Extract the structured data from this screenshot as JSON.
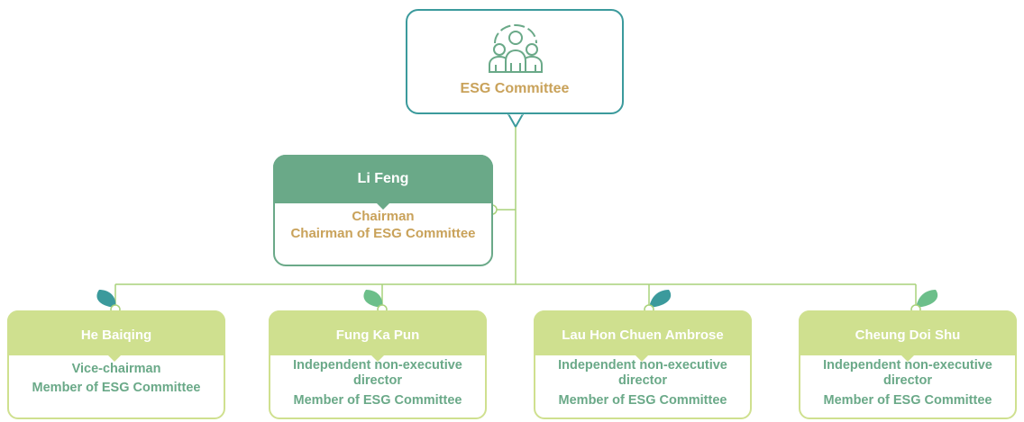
{
  "committee": {
    "title": "ESG Committee",
    "icon": "people-group-icon"
  },
  "chairman": {
    "name": "Li Feng",
    "role_line1": "Chairman",
    "role_line2": "Chairman of ESG Committee"
  },
  "members": [
    {
      "name": "He Baiqing",
      "role_line1": "Vice-chairman",
      "role_line2": "",
      "role_line3": "Member of ESG Committee",
      "leaf_color": "#3b9a9c"
    },
    {
      "name": "Fung Ka Pun",
      "role_line1": "Independent non-executive",
      "role_line2": "director",
      "role_line3": "Member of ESG Committee",
      "leaf_color": "#6cbf8a"
    },
    {
      "name": "Lau Hon Chuen Ambrose",
      "role_line1": "Independent non-executive",
      "role_line2": "director",
      "role_line3": "Member of ESG Committee",
      "leaf_color": "#3b9a9c"
    },
    {
      "name": "Cheung Doi Shu",
      "role_line1": "Independent non-executive",
      "role_line2": "director",
      "role_line3": "Member of ESG Committee",
      "leaf_color": "#6cbf8a"
    }
  ],
  "colors": {
    "committee_border": "#3b9a9c",
    "gold_text": "#c9a25a",
    "chair_green": "#6aa988",
    "member_green": "#cfe08f",
    "connector": "#a9d27a"
  }
}
